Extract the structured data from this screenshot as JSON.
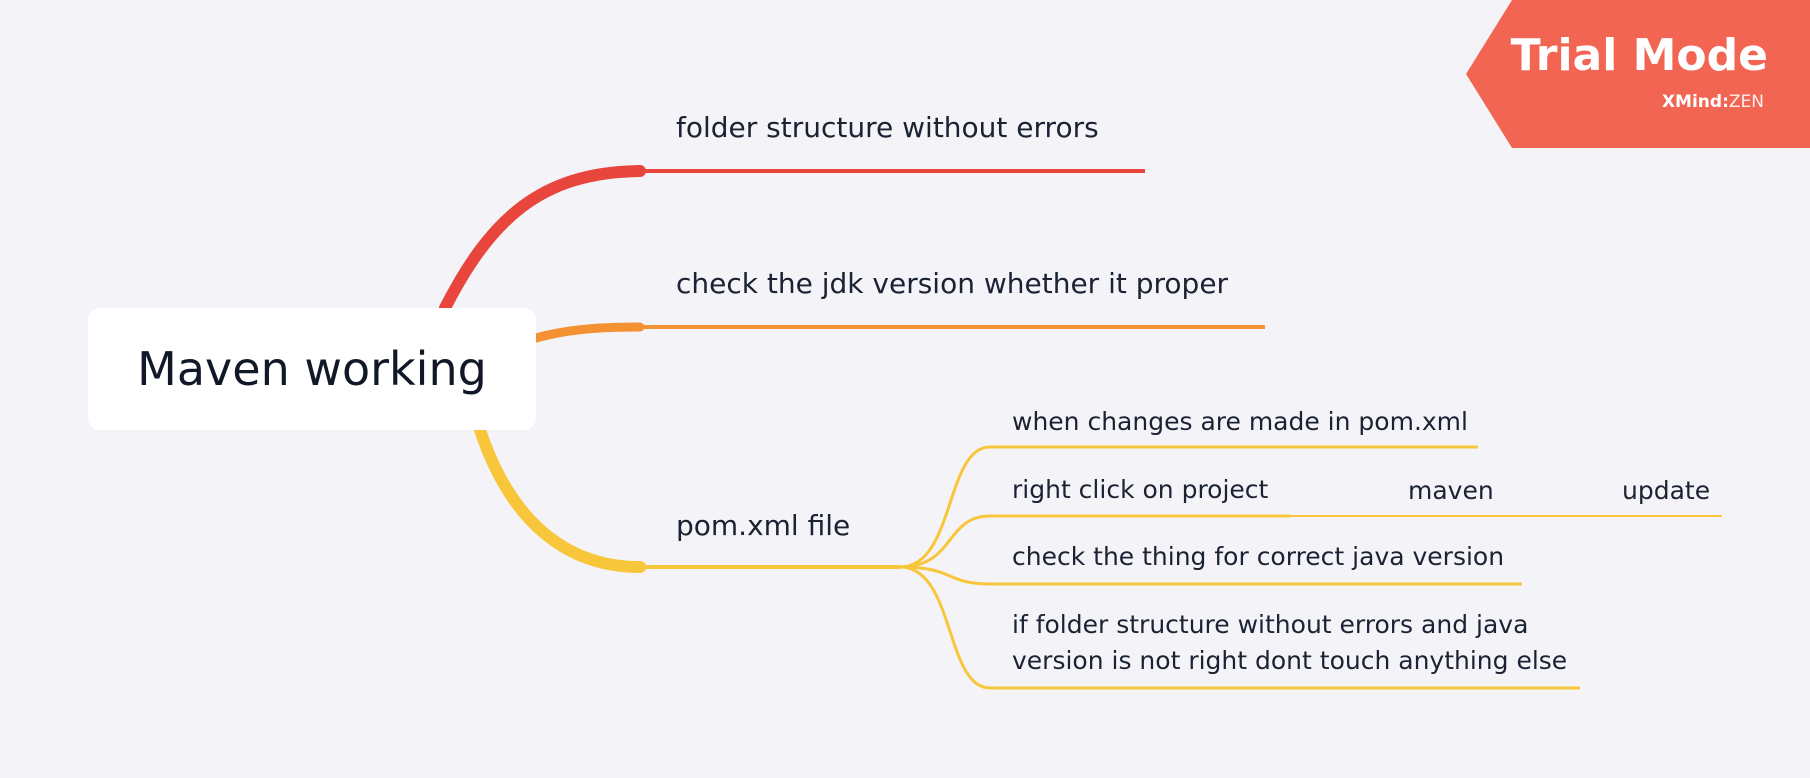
{
  "central_topic": "Maven working",
  "badge": {
    "title": "Trial Mode",
    "brand_strong": "XMind",
    "brand_sep": ":",
    "brand_light": "ZEN"
  },
  "branches": [
    {
      "label": "folder structure without errors",
      "color": "#e8453c"
    },
    {
      "label": "check the jdk version whether it proper",
      "color": "#f39133"
    },
    {
      "label": "pom.xml file",
      "color": "#f8c63a",
      "subtopics": [
        {
          "label": "when changes are made in pom.xml"
        },
        {
          "label": "right click on project",
          "steps": [
            "maven",
            "update"
          ]
        },
        {
          "label": "check the thing  for correct java version"
        },
        {
          "label_lines": [
            "if folder structure without errors and java",
            "version is not right dont touch anything else"
          ]
        }
      ]
    }
  ]
}
